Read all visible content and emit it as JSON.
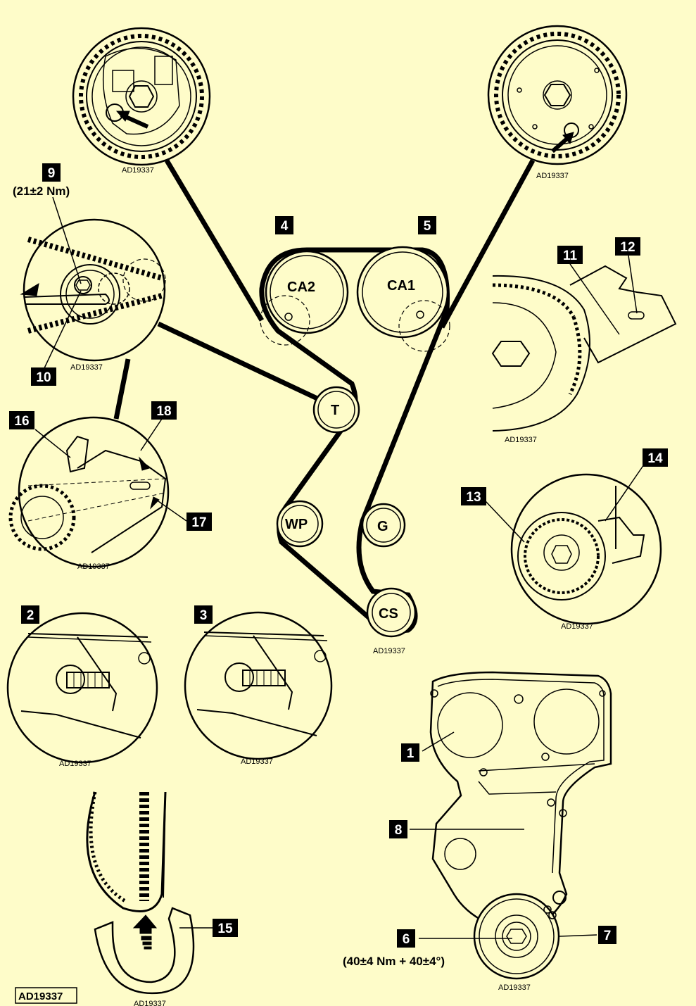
{
  "diagram_code": "AD19337",
  "torques": {
    "t9": "(21±2 Nm)",
    "t6": "(40±4 Nm + 40±4°)"
  },
  "pulleys": {
    "ca2": "CA2",
    "ca1": "CA1",
    "t": "T",
    "wp": "WP",
    "g": "G",
    "cs": "CS"
  },
  "callouts": [
    "1",
    "2",
    "3",
    "4",
    "5",
    "6",
    "7",
    "8",
    "9",
    "10",
    "11",
    "12",
    "13",
    "14",
    "15",
    "16",
    "17",
    "18"
  ],
  "colors": {
    "background": "#fefcc9",
    "ink": "#000000",
    "callout_bg": "#000000",
    "callout_text": "#ffffff"
  }
}
